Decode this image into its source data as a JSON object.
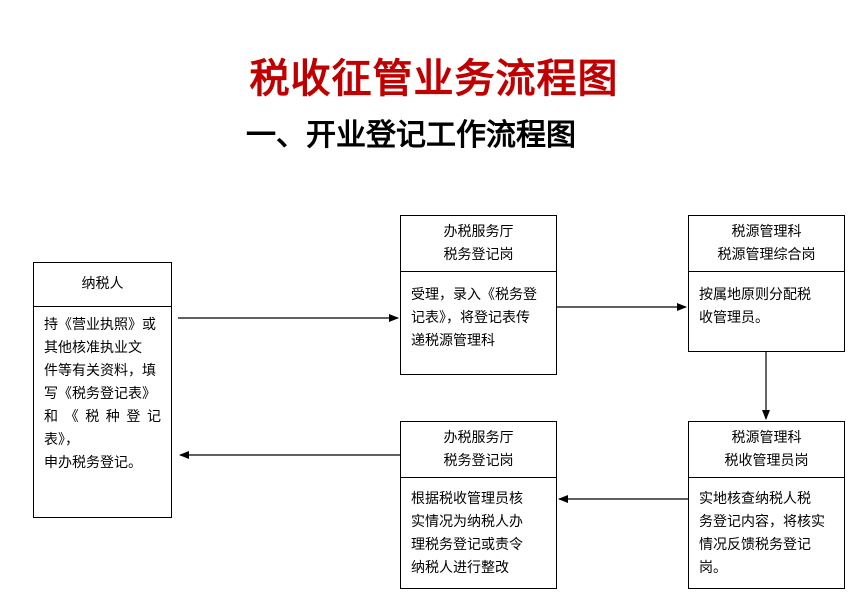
{
  "title": "税收征管业务流程图",
  "subtitle": "一、开业登记工作流程图",
  "colors": {
    "title": "#c00000",
    "line": "#000000"
  },
  "boxes": {
    "taxpayer": {
      "head": [
        "纳税人"
      ],
      "body": [
        "持《营业执照》或",
        "其他核准执业文",
        "件等有关资料，填",
        "写《税务登记表》",
        "和《税种登记表》，",
        "申办税务登记。"
      ]
    },
    "hall_top": {
      "head": [
        "办税服务厅",
        "税务登记岗"
      ],
      "body": [
        "受理，录入《税务登",
        "记表》，将登记表传",
        "递税源管理科"
      ]
    },
    "source_top": {
      "head": [
        "税源管理科",
        "税源管理综合岗"
      ],
      "body": [
        "按属地原则分配税",
        "收管理员。"
      ]
    },
    "source_bottom": {
      "head": [
        "税源管理科",
        "税收管理员岗"
      ],
      "body": [
        "实地核查纳税人税",
        "务登记内容，将核实",
        "情况反馈税务登记",
        "岗。"
      ]
    },
    "hall_bottom": {
      "head": [
        "办税服务厅",
        "税务登记岗"
      ],
      "body": [
        "根据税收管理员核",
        "实情况为纳税人办",
        "理税务登记或责令",
        "纳税人进行整改"
      ]
    }
  }
}
